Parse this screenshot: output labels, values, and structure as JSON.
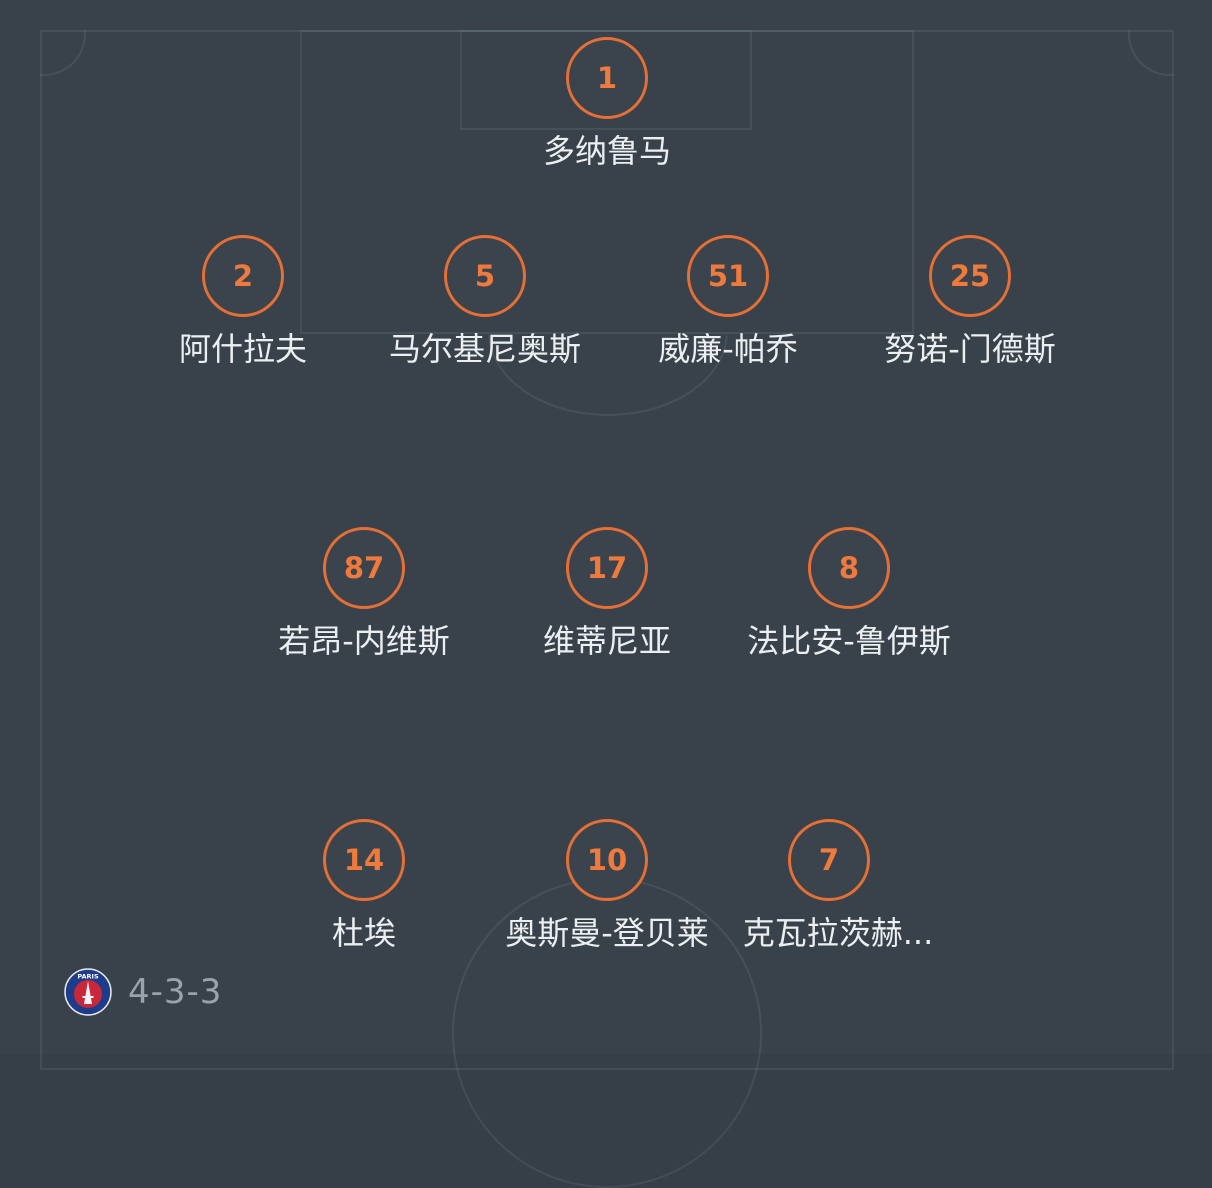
{
  "team": {
    "formation": "4-3-3",
    "crest_icon": "psg-crest-icon",
    "crest_text": "PARIS"
  },
  "colors": {
    "accent": "#e56f35",
    "background": "#363e47",
    "text": "#eceff2",
    "muted": "#9aa2aa"
  },
  "players": {
    "gk": {
      "number": "1",
      "name": "多纳鲁马"
    },
    "d1": {
      "number": "2",
      "name": "阿什拉夫"
    },
    "d2": {
      "number": "5",
      "name": "马尔基尼奥斯"
    },
    "d3": {
      "number": "51",
      "name": "威廉-帕乔"
    },
    "d4": {
      "number": "25",
      "name": "努诺-门德斯"
    },
    "m1": {
      "number": "87",
      "name": "若昂-内维斯"
    },
    "m2": {
      "number": "17",
      "name": "维蒂尼亚"
    },
    "m3": {
      "number": "8",
      "name": "法比安-鲁伊斯"
    },
    "f1": {
      "number": "14",
      "name": "杜埃"
    },
    "f2": {
      "number": "10",
      "name": "奥斯曼-登贝莱"
    },
    "f3": {
      "number": "7",
      "name": "克瓦拉茨赫..."
    }
  }
}
